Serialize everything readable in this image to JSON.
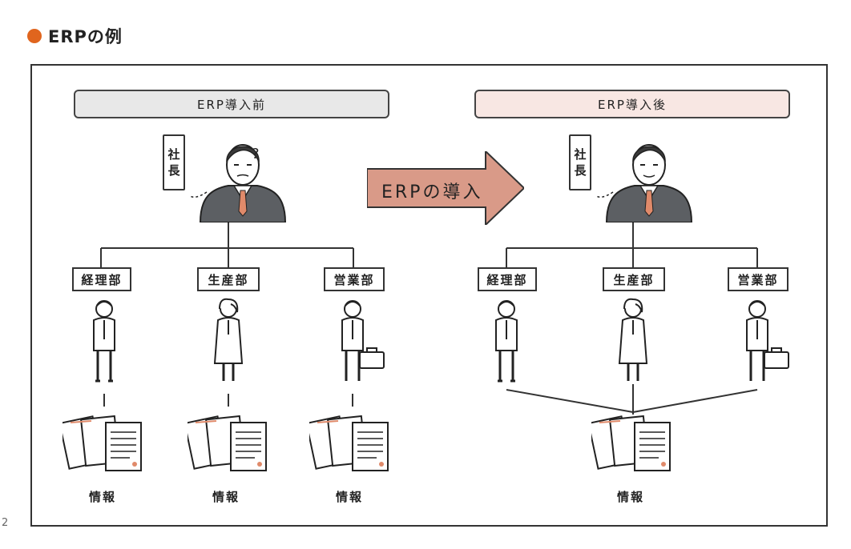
{
  "heading": {
    "text": "ERPの例",
    "bullet_color": "#e0651e"
  },
  "before": {
    "label": "ERP導入前",
    "ceo_sign": [
      "社",
      "長"
    ],
    "ceo_mark": "?",
    "departments": [
      "経理部",
      "生産部",
      "営業部"
    ],
    "info_labels": [
      "情報",
      "情報",
      "情報"
    ]
  },
  "arrow": {
    "label": "ERPの導入",
    "color": "#d99a88"
  },
  "after": {
    "label": "ERP導入後",
    "ceo_sign": [
      "社",
      "長"
    ],
    "departments": [
      "経理部",
      "生産部",
      "営業部"
    ],
    "info_labels": [
      "情報"
    ]
  },
  "margin_mark": "2",
  "icons": [
    "ceo-icon",
    "person-icon",
    "briefcase-icon",
    "documents-icon"
  ]
}
